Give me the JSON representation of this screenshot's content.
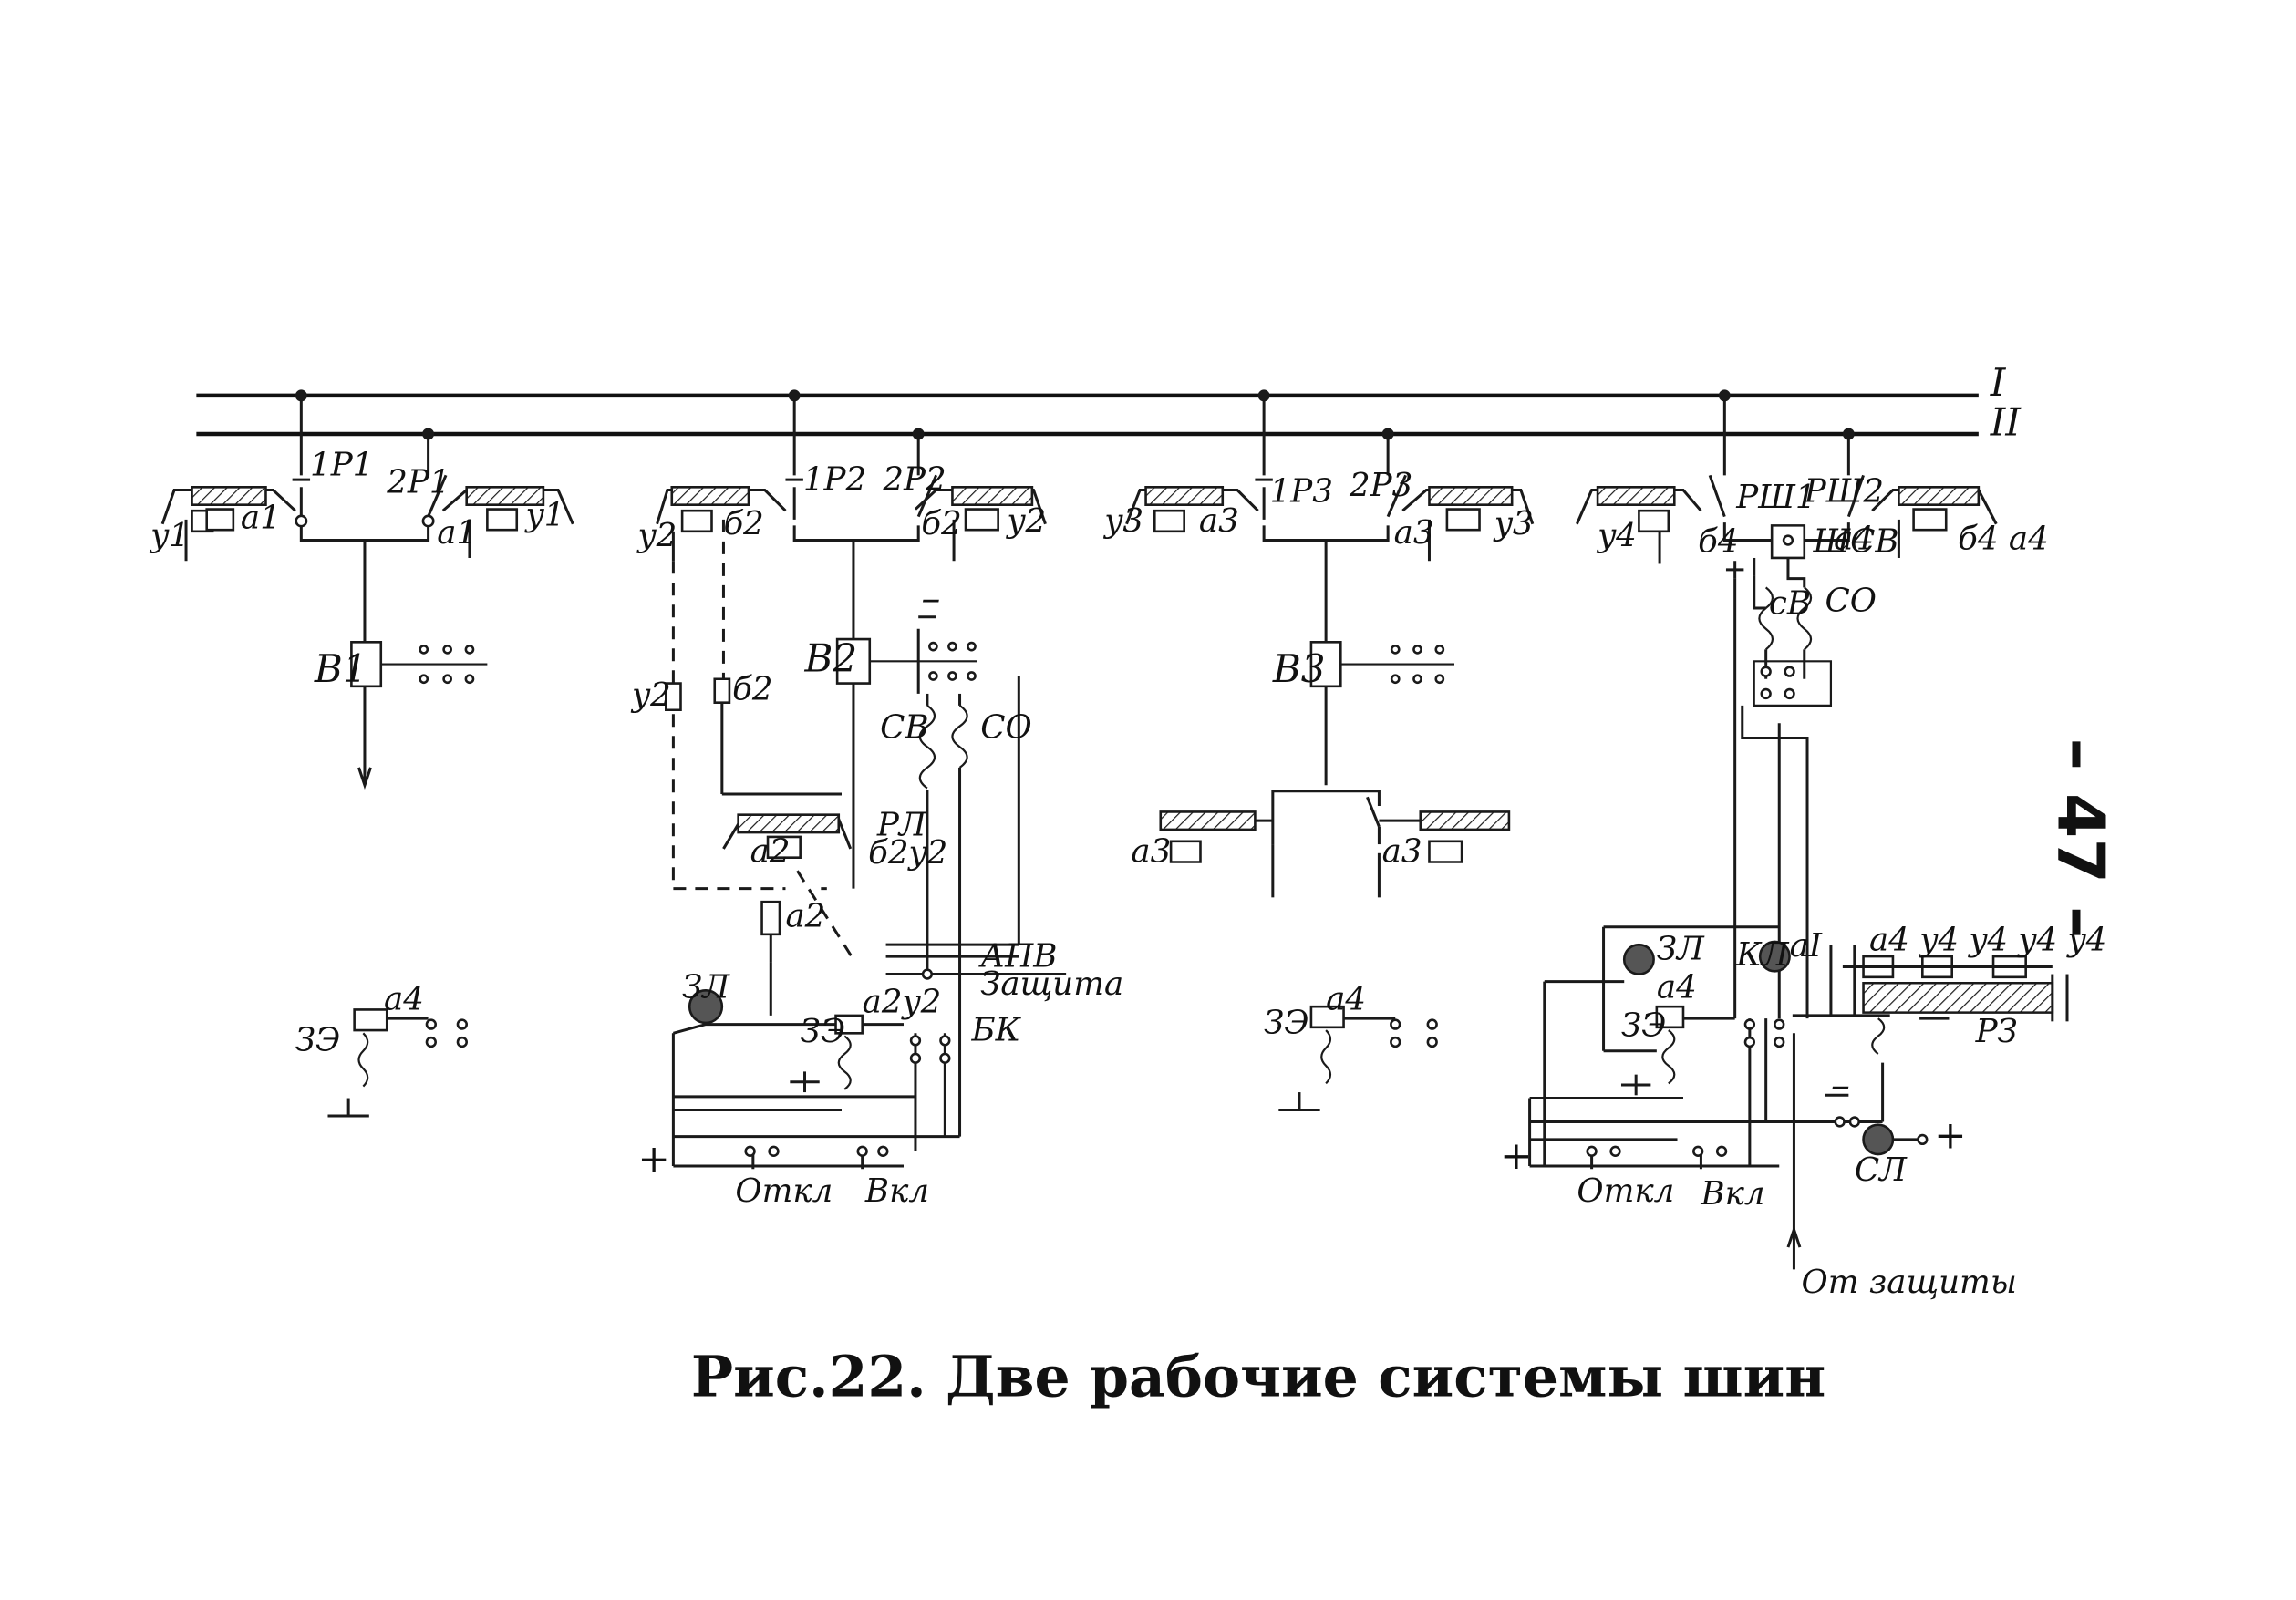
{
  "bus": {
    "bus1": "I",
    "bus2": "II"
  },
  "cell1": {
    "disc1": "1P1",
    "disc2": "2P1",
    "y_left": "y1",
    "a_left": "a1",
    "a_right": "a1",
    "y_right": "y1",
    "breaker": "B1",
    "ctrl_key": "a4"
  },
  "cell2": {
    "y_left": "y2",
    "b_left": "б2",
    "disc1": "1P2",
    "disc2": "2P2",
    "b_right": "б2",
    "y_right": "y2",
    "y_mid": "y2",
    "b_mid": "б2",
    "breaker": "B2",
    "minus": "–",
    "sv": "CB",
    "so": "CO",
    "rl": "PЛ",
    "a_blk": "a2",
    "by": "б2y2",
    "a_low": "a2",
    "apv": "АПВ",
    "zashchita": "Защита",
    "bk": "БК",
    "ezl": "ЗЛ",
    "ze": "ЗЭ",
    "ay": "a2y2",
    "plus": "+",
    "otkl": "Откл",
    "vkl": "Вкл"
  },
  "cell3": {
    "y_left": "y3",
    "a_left": "a3",
    "disc1": "1P3",
    "disc2": "2P3",
    "a_right": "a3",
    "y_right": "y3",
    "breaker": "B3",
    "a_low_l": "a3",
    "a_low_r": "a3",
    "ze": "ЗЭ",
    "ctrl_key": "a4"
  },
  "coupler": {
    "y_left": "y4",
    "disc1": "PШ1",
    "disc2": "PШ2",
    "b_left": "б4",
    "shsv": "ШСВ",
    "a_right": "a4",
    "bq": "б4 a4",
    "sv": "cB",
    "so": "CO",
    "zl": "ЗЛ",
    "kl": "КЛ",
    "ze": "ЗЭ",
    "a4": "a4",
    "ai": "aI",
    "right_labels": "a4  y4  y4 y4  y4",
    "rz": "PЗ",
    "minus": "–",
    "plus": "+",
    "otkl": "Откл",
    "vkl": "Вкл",
    "sl": "CЛ",
    "plus2": "+",
    "ot_zashchity": "От защиты"
  },
  "caption": "Рис.22. Две рабочие системы шин",
  "page_number": "– 47 –"
}
